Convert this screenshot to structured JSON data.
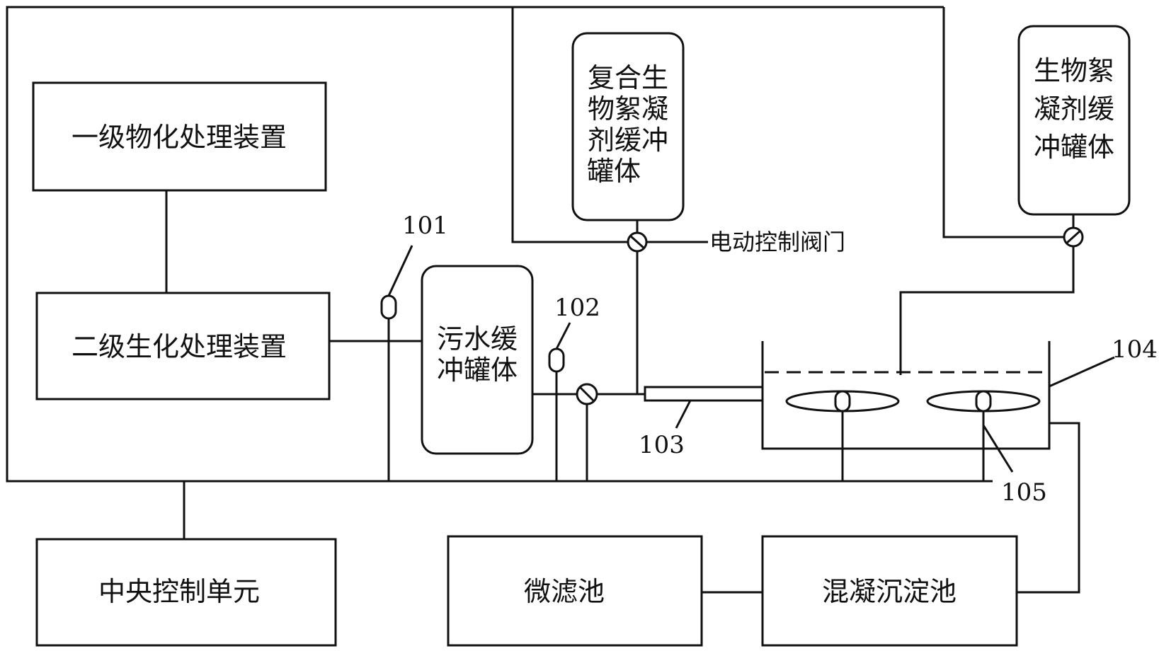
{
  "boxes": {
    "primary_treatment": "一级物化处理装置",
    "secondary_treatment": "二级生化处理装置",
    "central_control": "中央控制单元",
    "micro_filter": "微滤池",
    "coag_sediment": "混凝沉淀池"
  },
  "tanks": {
    "sewage_buffer": [
      "污水缓",
      "冲罐体"
    ],
    "composite_flocculant": [
      "复合生",
      "物絮凝",
      "剂缓冲",
      "罐体"
    ],
    "bio_flocculant": [
      "生物絮",
      "凝剂缓",
      "冲罐体"
    ]
  },
  "labels": {
    "valve_label": "电动控制阀门",
    "n101": "101",
    "n102": "102",
    "n103": "103",
    "n104": "104",
    "n105": "105"
  }
}
